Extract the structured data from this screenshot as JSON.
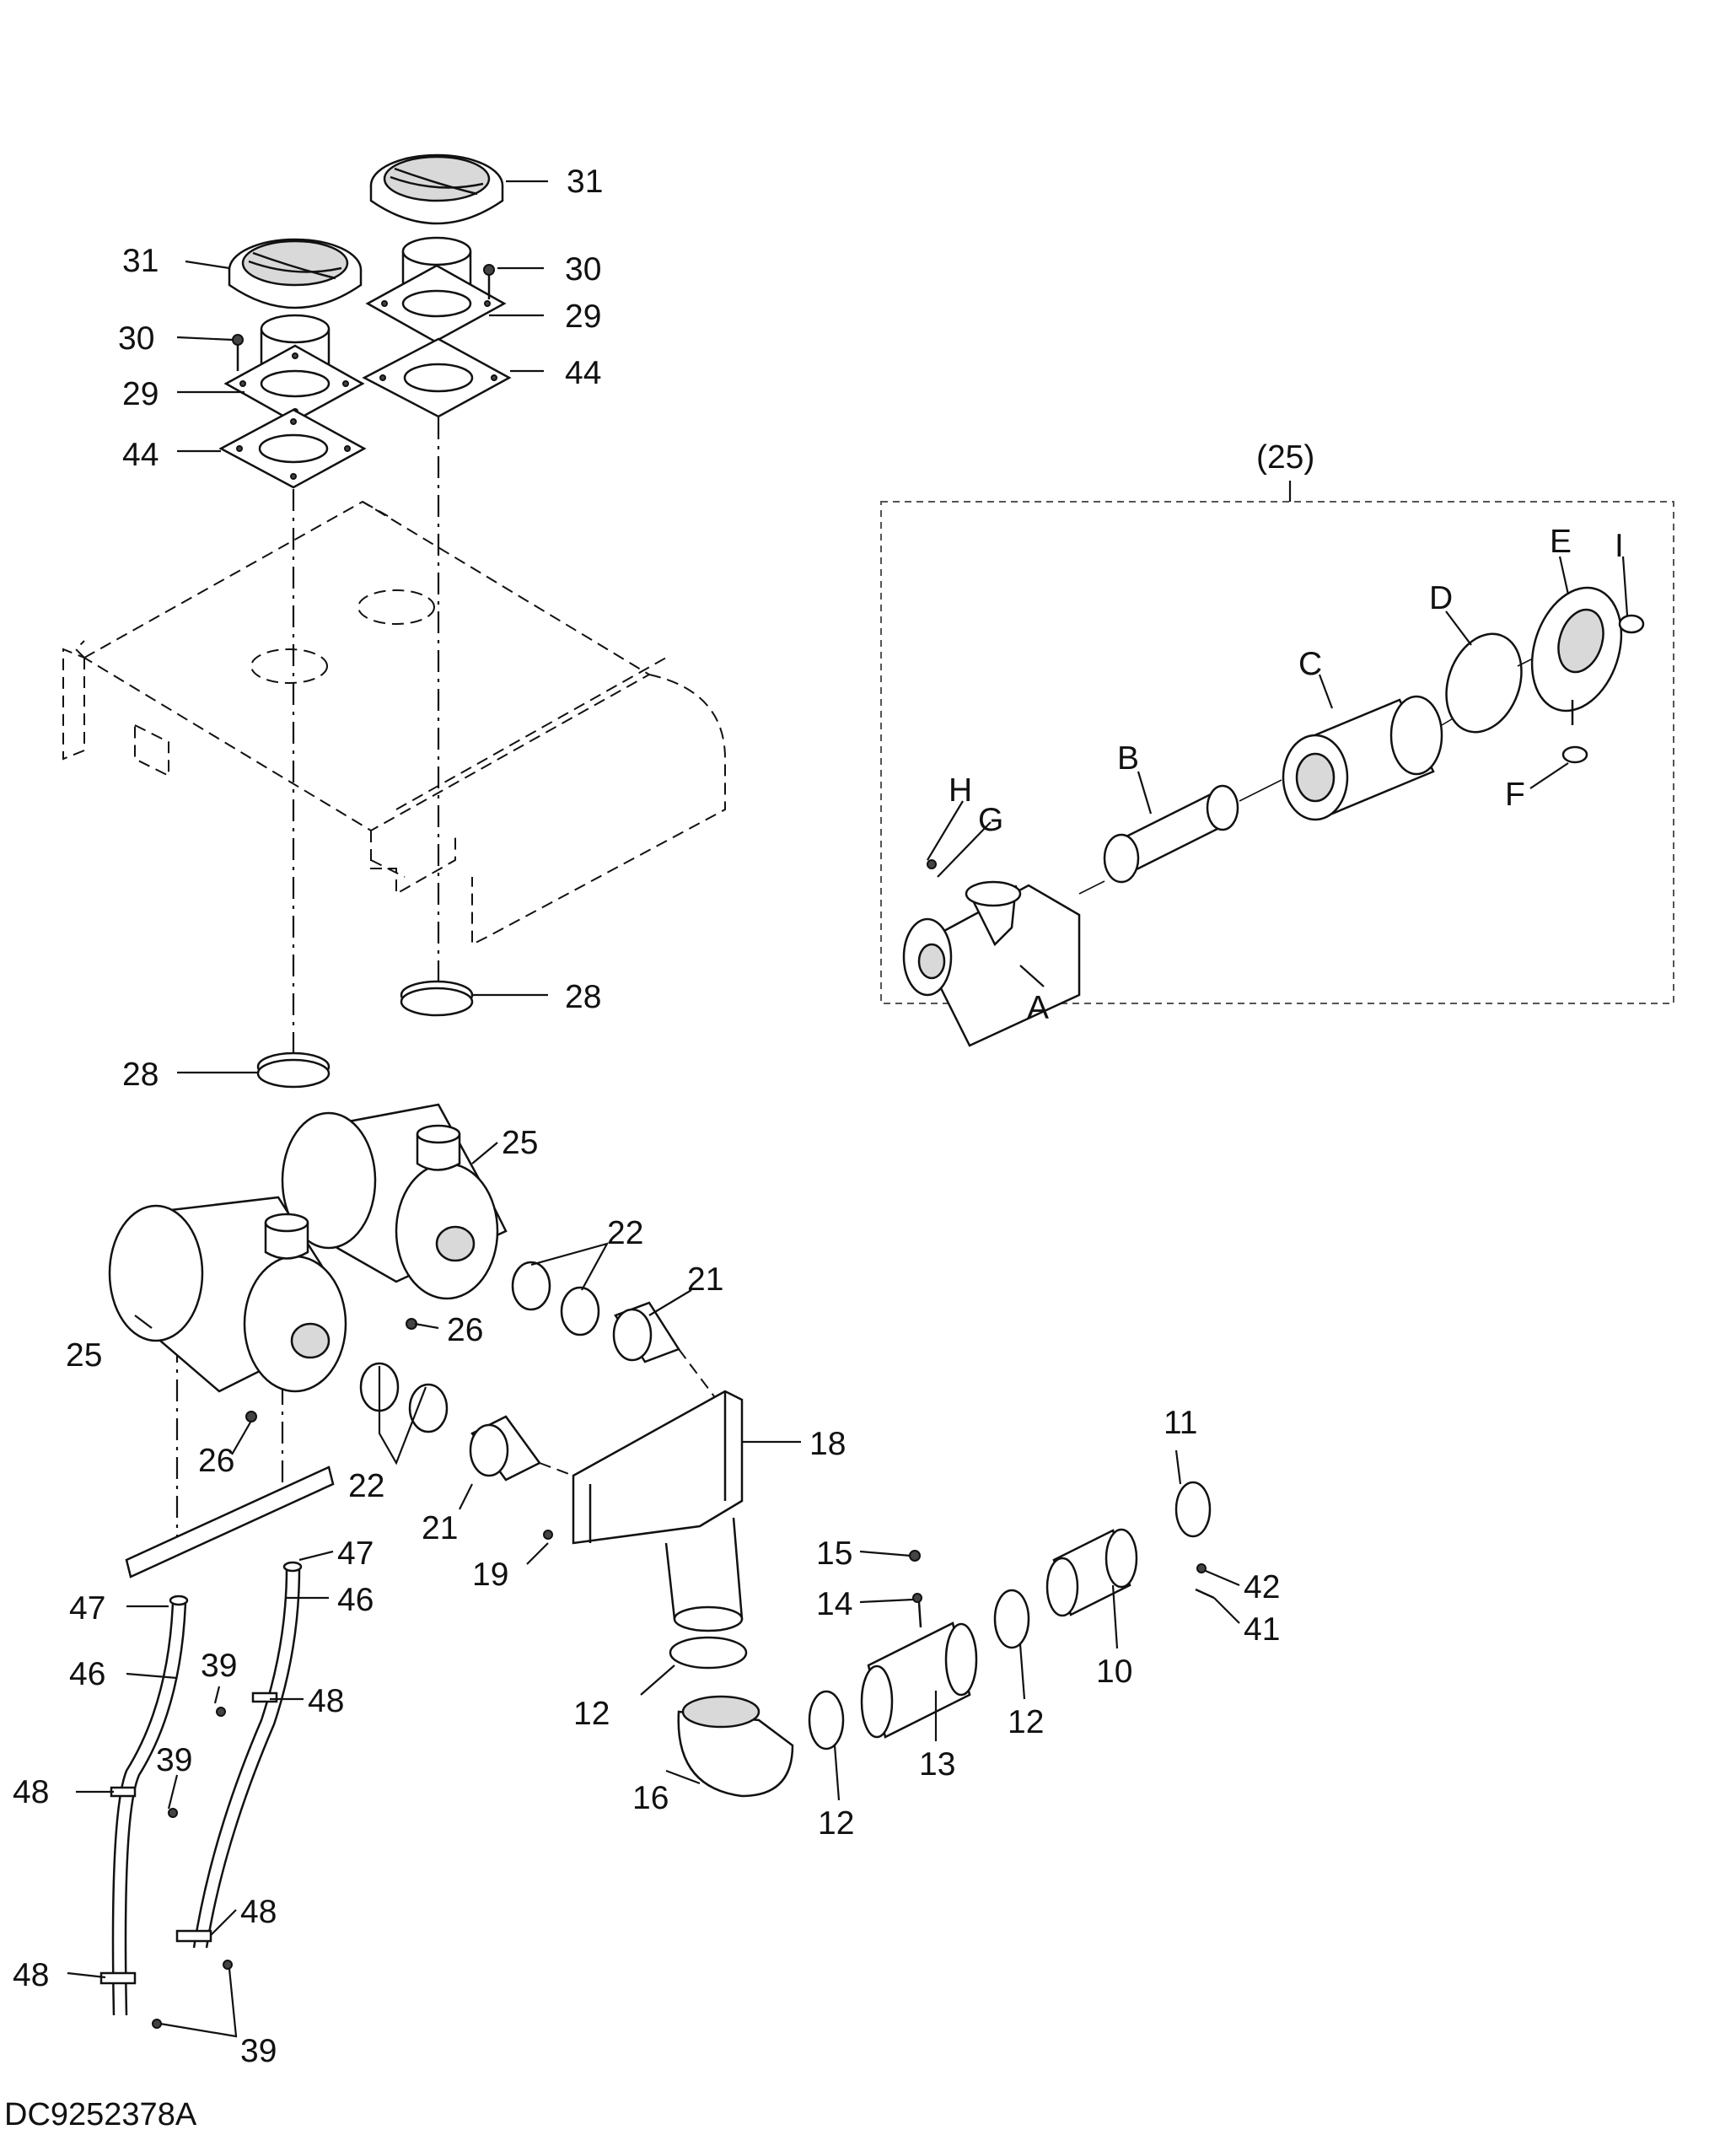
{
  "document_code": "DC9252378A",
  "assembly_label": "(25)",
  "callouts": {
    "c31a": "31",
    "c31b": "31",
    "c30a": "30",
    "c30b": "30",
    "c29a": "29",
    "c29b": "29",
    "c44a": "44",
    "c44b": "44",
    "c28a": "28",
    "c28b": "28",
    "c25a": "25",
    "c25b": "25",
    "c26a": "26",
    "c26b": "26",
    "c22a": "22",
    "c22b": "22",
    "c21a": "21",
    "c21b": "21",
    "c18": "18",
    "c19": "19",
    "c11": "11",
    "c15": "15",
    "c14": "14",
    "c42": "42",
    "c41": "41",
    "c10": "10",
    "c12a": "12",
    "c12b": "12",
    "c12c": "12",
    "c13": "13",
    "c16": "16",
    "c47a": "47",
    "c47b": "47",
    "c46a": "46",
    "c46b": "46",
    "c39a": "39",
    "c39b": "39",
    "c39c": "39",
    "c48a": "48",
    "c48b": "48",
    "c48c": "48",
    "c48d": "48"
  },
  "detail_letters": {
    "A": "A",
    "B": "B",
    "C": "C",
    "D": "D",
    "E": "E",
    "F": "F",
    "G": "G",
    "H": "H",
    "I": "I"
  }
}
